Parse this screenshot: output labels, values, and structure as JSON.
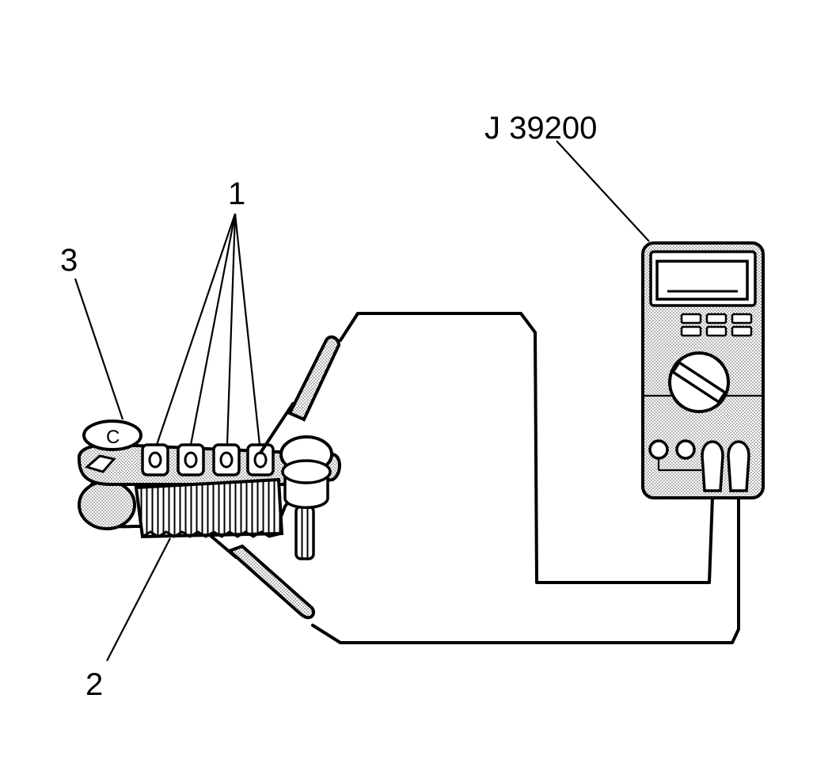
{
  "callouts": {
    "terminals": "1",
    "heat_sink": "2",
    "rectifier_bridge": "3",
    "tool": "J 39200"
  },
  "rectifier_mark": "C",
  "colors": {
    "line": "#000000",
    "fill_light": "#ffffff",
    "fill_stipple": "#d8d8d8"
  },
  "icons": [
    "rectifier-bridge-icon",
    "heat-sink-icon",
    "digital-multimeter-icon",
    "test-probe-icon"
  ]
}
